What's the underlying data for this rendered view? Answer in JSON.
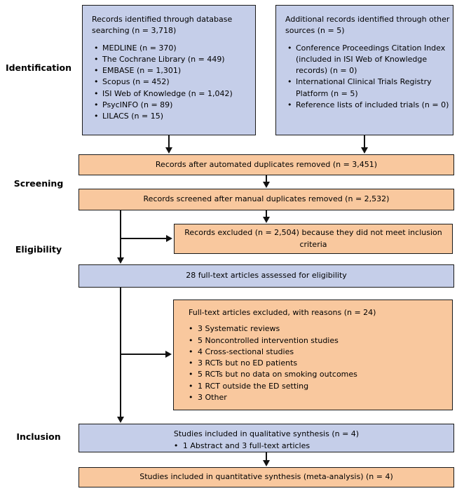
{
  "stages": [
    "Identification",
    "Screening",
    "Eligibility",
    "Inclusion"
  ],
  "boxes": {
    "database": {
      "title": "Records identified through database searching (n = 3,718)",
      "items": [
        "MEDLINE (n = 370)",
        "The Cochrane Library (n = 449)",
        "EMBASE (n = 1,301)",
        "Scopus (n = 452)",
        "ISI Web of Knowledge (n = 1,042)",
        "PsycINFO (n = 89)",
        "LILACS (n = 15)"
      ]
    },
    "other_sources": {
      "title": "Additional records identified through other sources (n = 5)",
      "items": [
        "Conference Proceedings Citation Index (included in ISI Web of Knowledge records) (n = 0)",
        "International Clinical Trials Registry Platform (n = 5)",
        "Reference lists of included trials (n = 0)"
      ]
    },
    "auto_dedup": {
      "text": "Records after automated duplicates removed (n = 3,451)"
    },
    "manual_dedup": {
      "text": "Records screened after manual duplicates removed (n = 2,532)"
    },
    "records_excluded": {
      "text": "Records excluded (n = 2,504) because they did not meet inclusion criteria"
    },
    "eligibility_assessed": {
      "text": "28 full-text articles assessed for eligibility"
    },
    "fulltext_excluded": {
      "title": "Full-text articles excluded, with reasons (n = 24)",
      "items": [
        "3 Systematic reviews",
        "5 Noncontrolled intervention studies",
        "4 Cross-sectional studies",
        "3 RCTs but no ED patients",
        "5 RCTs but no data on smoking outcomes",
        "1 RCT outside the ED setting",
        "3 Other"
      ]
    },
    "qualitative": {
      "title": "Studies included in qualitative synthesis (n = 4)",
      "items": [
        "1 Abstract and 3 full-text articles"
      ]
    },
    "quantitative": {
      "text": "Studies included in quantitative synthesis (meta-analysis) (n = 4)"
    }
  },
  "colors": {
    "box_blue": "#c5cee9",
    "box_orange": "#f9c89e",
    "border": "#1a1a1a",
    "arrow": "#111111"
  }
}
